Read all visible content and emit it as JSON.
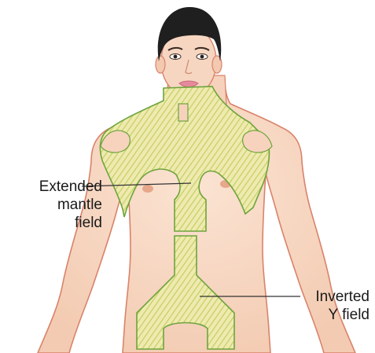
{
  "labels": {
    "extended_mantle": [
      "Extended",
      "mantle",
      "field"
    ],
    "inverted_y": [
      "Inverted",
      "Y field"
    ]
  },
  "colors": {
    "skin": "#f8d9c4",
    "skin_shadow": "#eec0a4",
    "outline": "#d9836a",
    "hair": "#1f1f1f",
    "field_fill": "#efeab0",
    "field_hatch": "#c3cf62",
    "field_outline": "#6ea43c",
    "leader": "#333333"
  }
}
